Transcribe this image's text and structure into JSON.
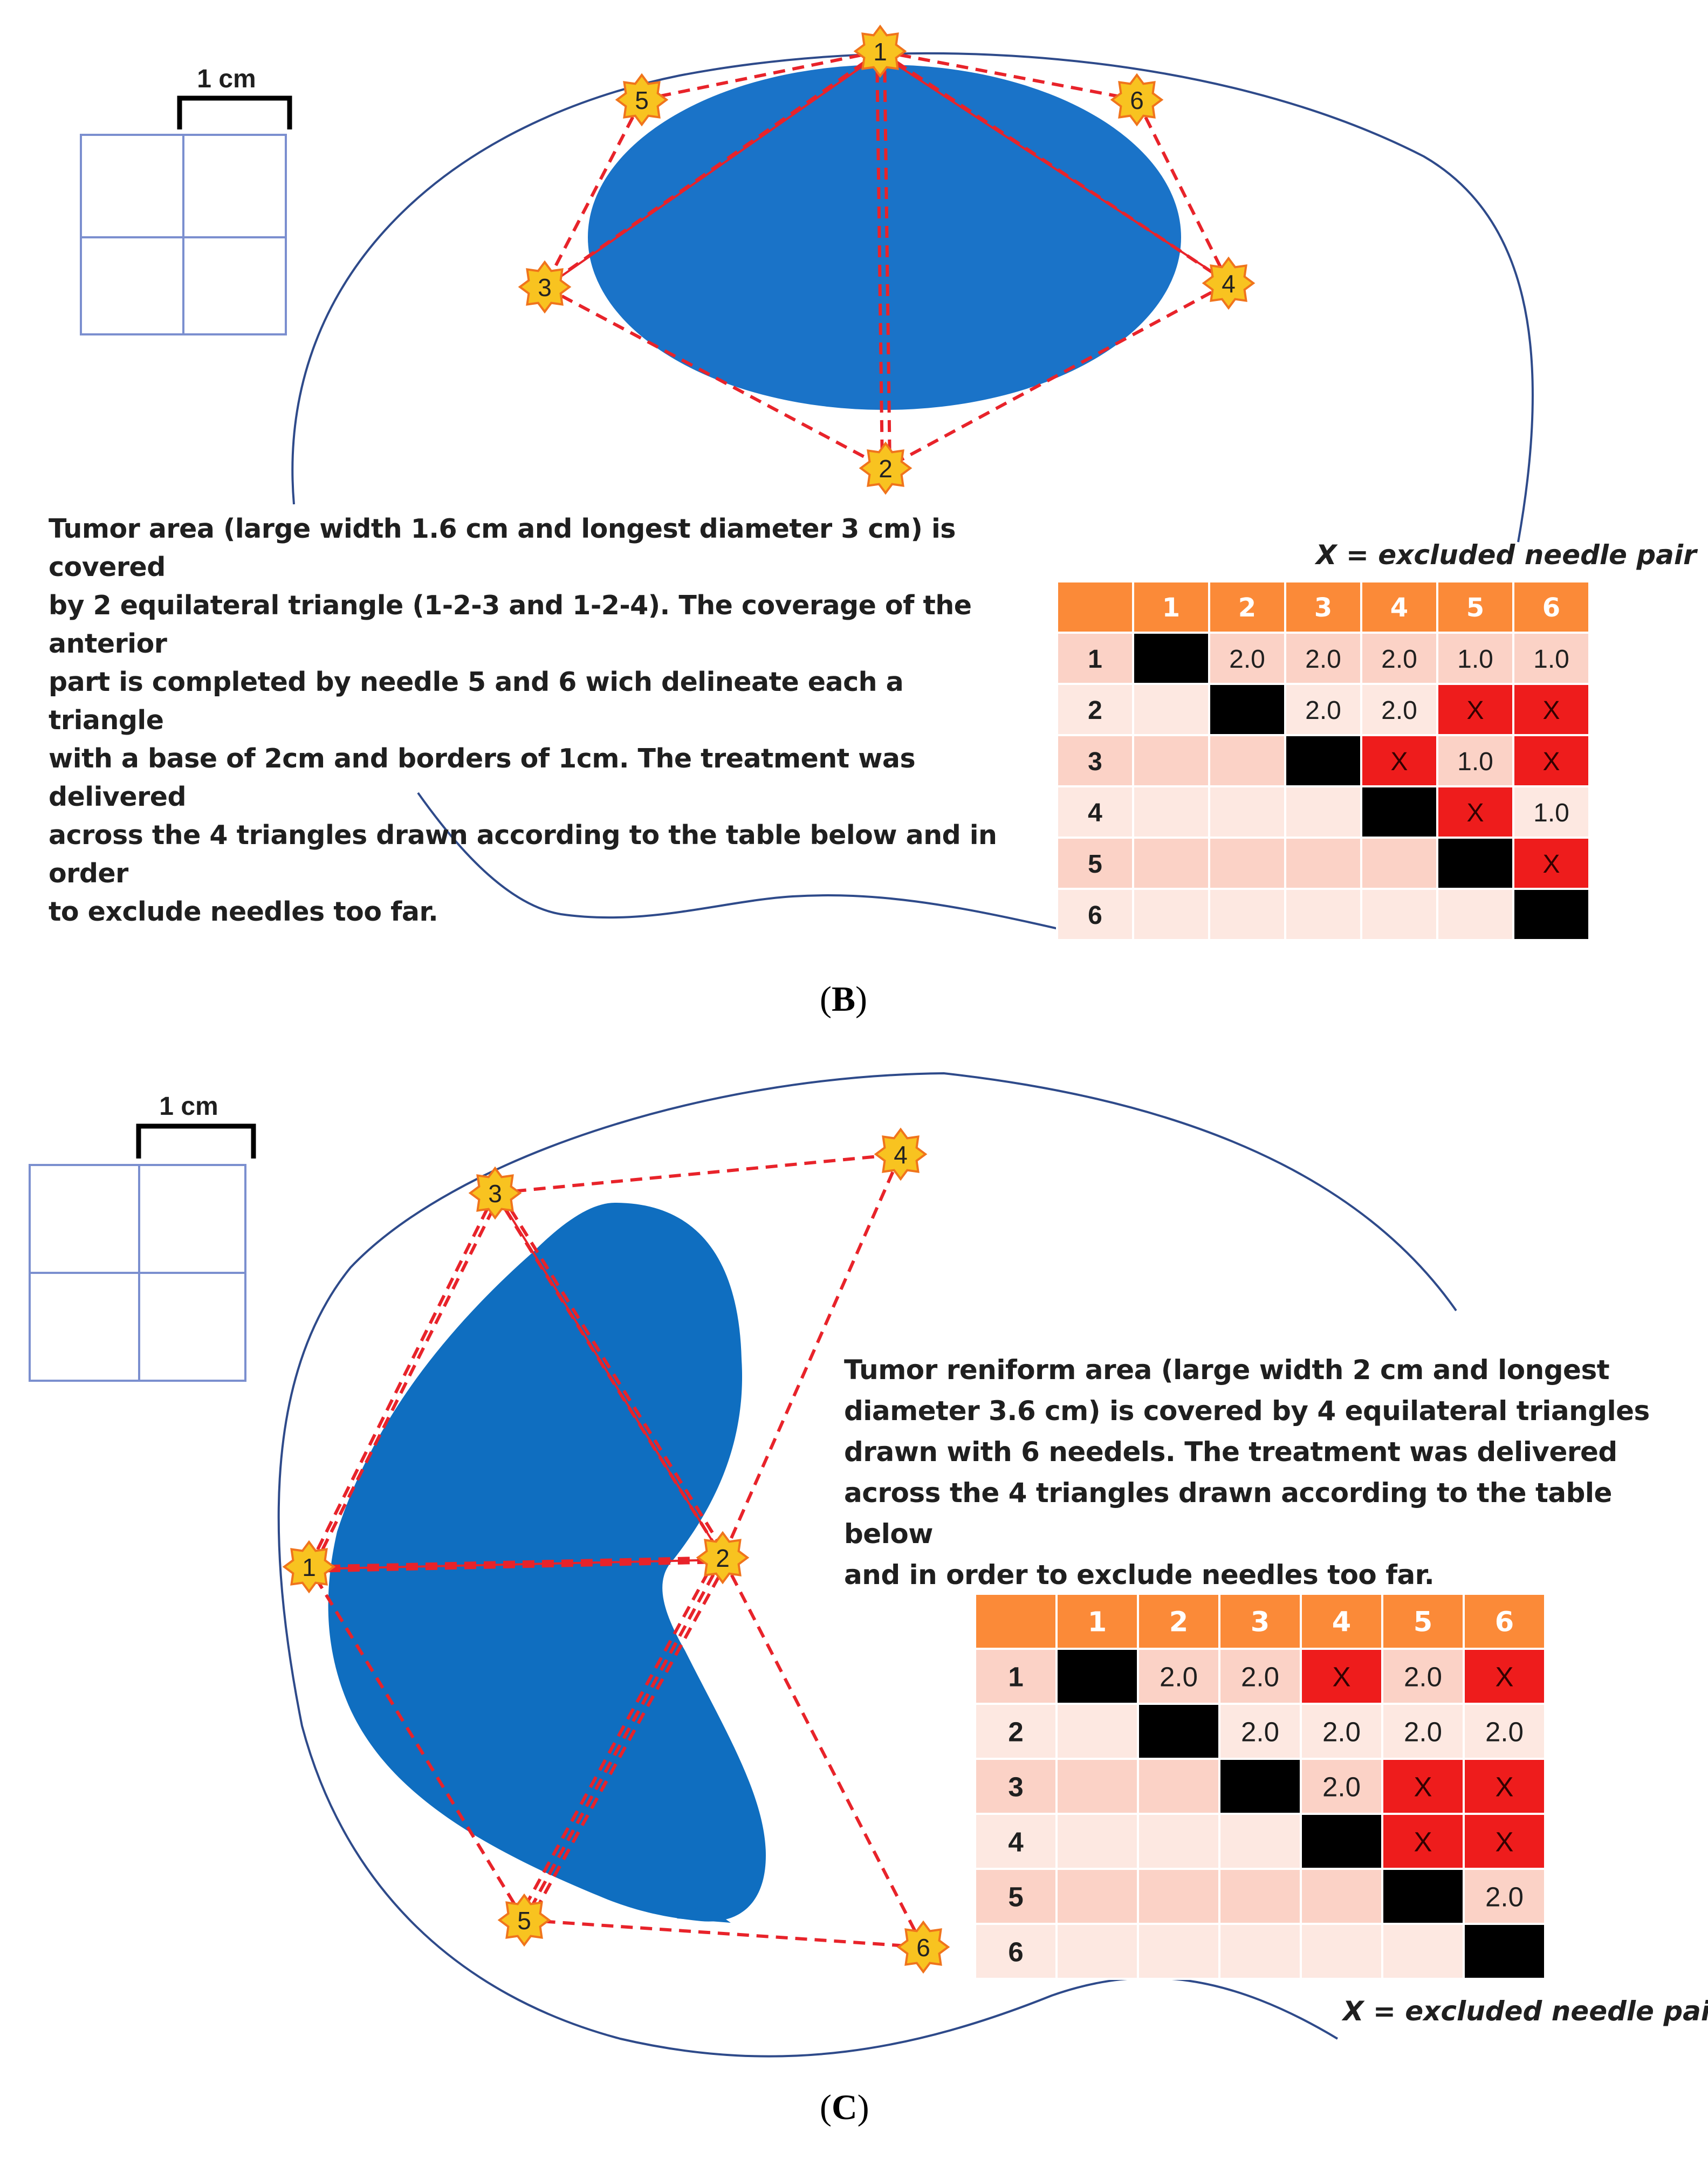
{
  "panel_b": {
    "label": "B",
    "scale_label": "1 cm",
    "description": "Tumor area (large width 1.6 cm and longest diameter 3 cm)  is covered\nby 2 equilateral triangle (1-2-3 and 1-2-4). The coverage of the anterior\npart is completed by  needle 5 and 6 wich delineate  each a triangle\nwith  a base of 2cm and borders  of 1cm. The treatment was delivered\nacross the 4 triangles drawn according  to the table below and in order\nto exclude needles too  far.",
    "legend": "X = excluded needle pair",
    "needles": [
      "1",
      "2",
      "3",
      "4",
      "5",
      "6"
    ],
    "table": {
      "col_headers": [
        "1",
        "2",
        "3",
        "4",
        "5",
        "6"
      ],
      "row_headers": [
        "1",
        "2",
        "3",
        "4",
        "5",
        "6"
      ],
      "cells": [
        [
          "",
          "2.0",
          "2.0",
          "2.0",
          "1.0",
          "1.0"
        ],
        [
          "",
          "",
          "2.0",
          "2.0",
          "X",
          "X"
        ],
        [
          "",
          "",
          "",
          "X",
          "1.0",
          "X"
        ],
        [
          "",
          "",
          "",
          "",
          "X",
          "1.0"
        ],
        [
          "",
          "",
          "",
          "",
          "",
          "X"
        ],
        [
          "",
          "",
          "",
          "",
          "",
          ""
        ]
      ]
    }
  },
  "panel_c": {
    "label": "C",
    "scale_label": "1 cm",
    "description": "Tumor reniform area (large width 2 cm and longest\ndiameter 3.6 cm)  is covered by 4 equilateral triangles\ndrawn with 6 needels. The treatment was delivered\nacross the 4 triangles drawn according  to the table below\nand in order to exclude needles too  far.",
    "legend": "X = excluded needle pair",
    "needles": [
      "1",
      "2",
      "3",
      "4",
      "5",
      "6"
    ],
    "table": {
      "col_headers": [
        "1",
        "2",
        "3",
        "4",
        "5",
        "6"
      ],
      "row_headers": [
        "1",
        "2",
        "3",
        "4",
        "5",
        "6"
      ],
      "cells": [
        [
          "",
          "2.0",
          "2.0",
          "X",
          "2.0",
          "X"
        ],
        [
          "",
          "",
          "2.0",
          "2.0",
          "2.0",
          "2.0"
        ],
        [
          "",
          "",
          "",
          "2.0",
          "X",
          "X"
        ],
        [
          "",
          "",
          "",
          "",
          "X",
          "X"
        ],
        [
          "",
          "",
          "",
          "",
          "",
          "2.0"
        ],
        [
          "",
          "",
          "",
          "",
          "",
          ""
        ]
      ]
    }
  },
  "colors": {
    "tumor_b": "#1a73c8",
    "tumor_c": "#0f6ec0",
    "outline": "#2e4a8a",
    "grid": "#7b8fcf",
    "needle_fill": "#f8c320",
    "needle_stroke": "#f0741c",
    "dashed_line": "#e8232a",
    "table_header": "#fb8a38",
    "table_row_a": "#fbd2c6",
    "table_row_b": "#fde8e1",
    "table_diag": "#000000",
    "table_excluded": "#ee1c1c"
  }
}
